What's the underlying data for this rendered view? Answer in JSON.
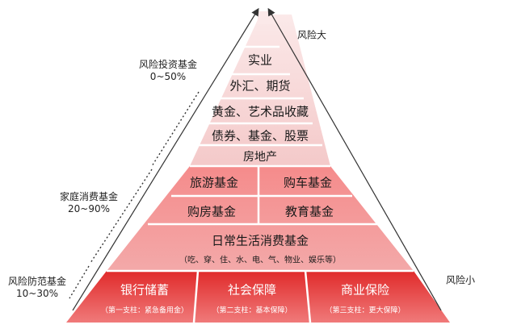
{
  "side_labels": {
    "risk_invest": {
      "name": "风险投资基金",
      "range": "0~50%"
    },
    "family": {
      "name": "家庭消费基金",
      "range": "20~90%"
    },
    "risk_prevent": {
      "name": "风险防范基金",
      "range": "10~30%"
    },
    "risk_high": "风险大",
    "risk_low": "风险小"
  },
  "top_tiers": [
    "实业",
    "外汇、期货",
    "黄金、艺术品收藏",
    "债券、基金、股票",
    "房地产"
  ],
  "family_tiers": {
    "row1": [
      "旅游基金",
      "购车基金"
    ],
    "row2": [
      "购房基金",
      "教育基金"
    ],
    "daily": "日常生活消费基金",
    "daily_note": "（吃、穿、住、水、电、气、物业、娱乐等）"
  },
  "base_tiers": [
    {
      "title": "银行储蓄",
      "note": "（第一支柱：紧急备用金）"
    },
    {
      "title": "社会保障",
      "note": "（第二支柱：基本保障）"
    },
    {
      "title": "商业保险",
      "note": "（第三支柱：更大保障）"
    }
  ],
  "colors": {
    "top_fill": "#f8dada",
    "family_fill": "#f08080",
    "base_fill": "#e23b3b",
    "line": "#ffffff",
    "arrow": "#333333"
  }
}
